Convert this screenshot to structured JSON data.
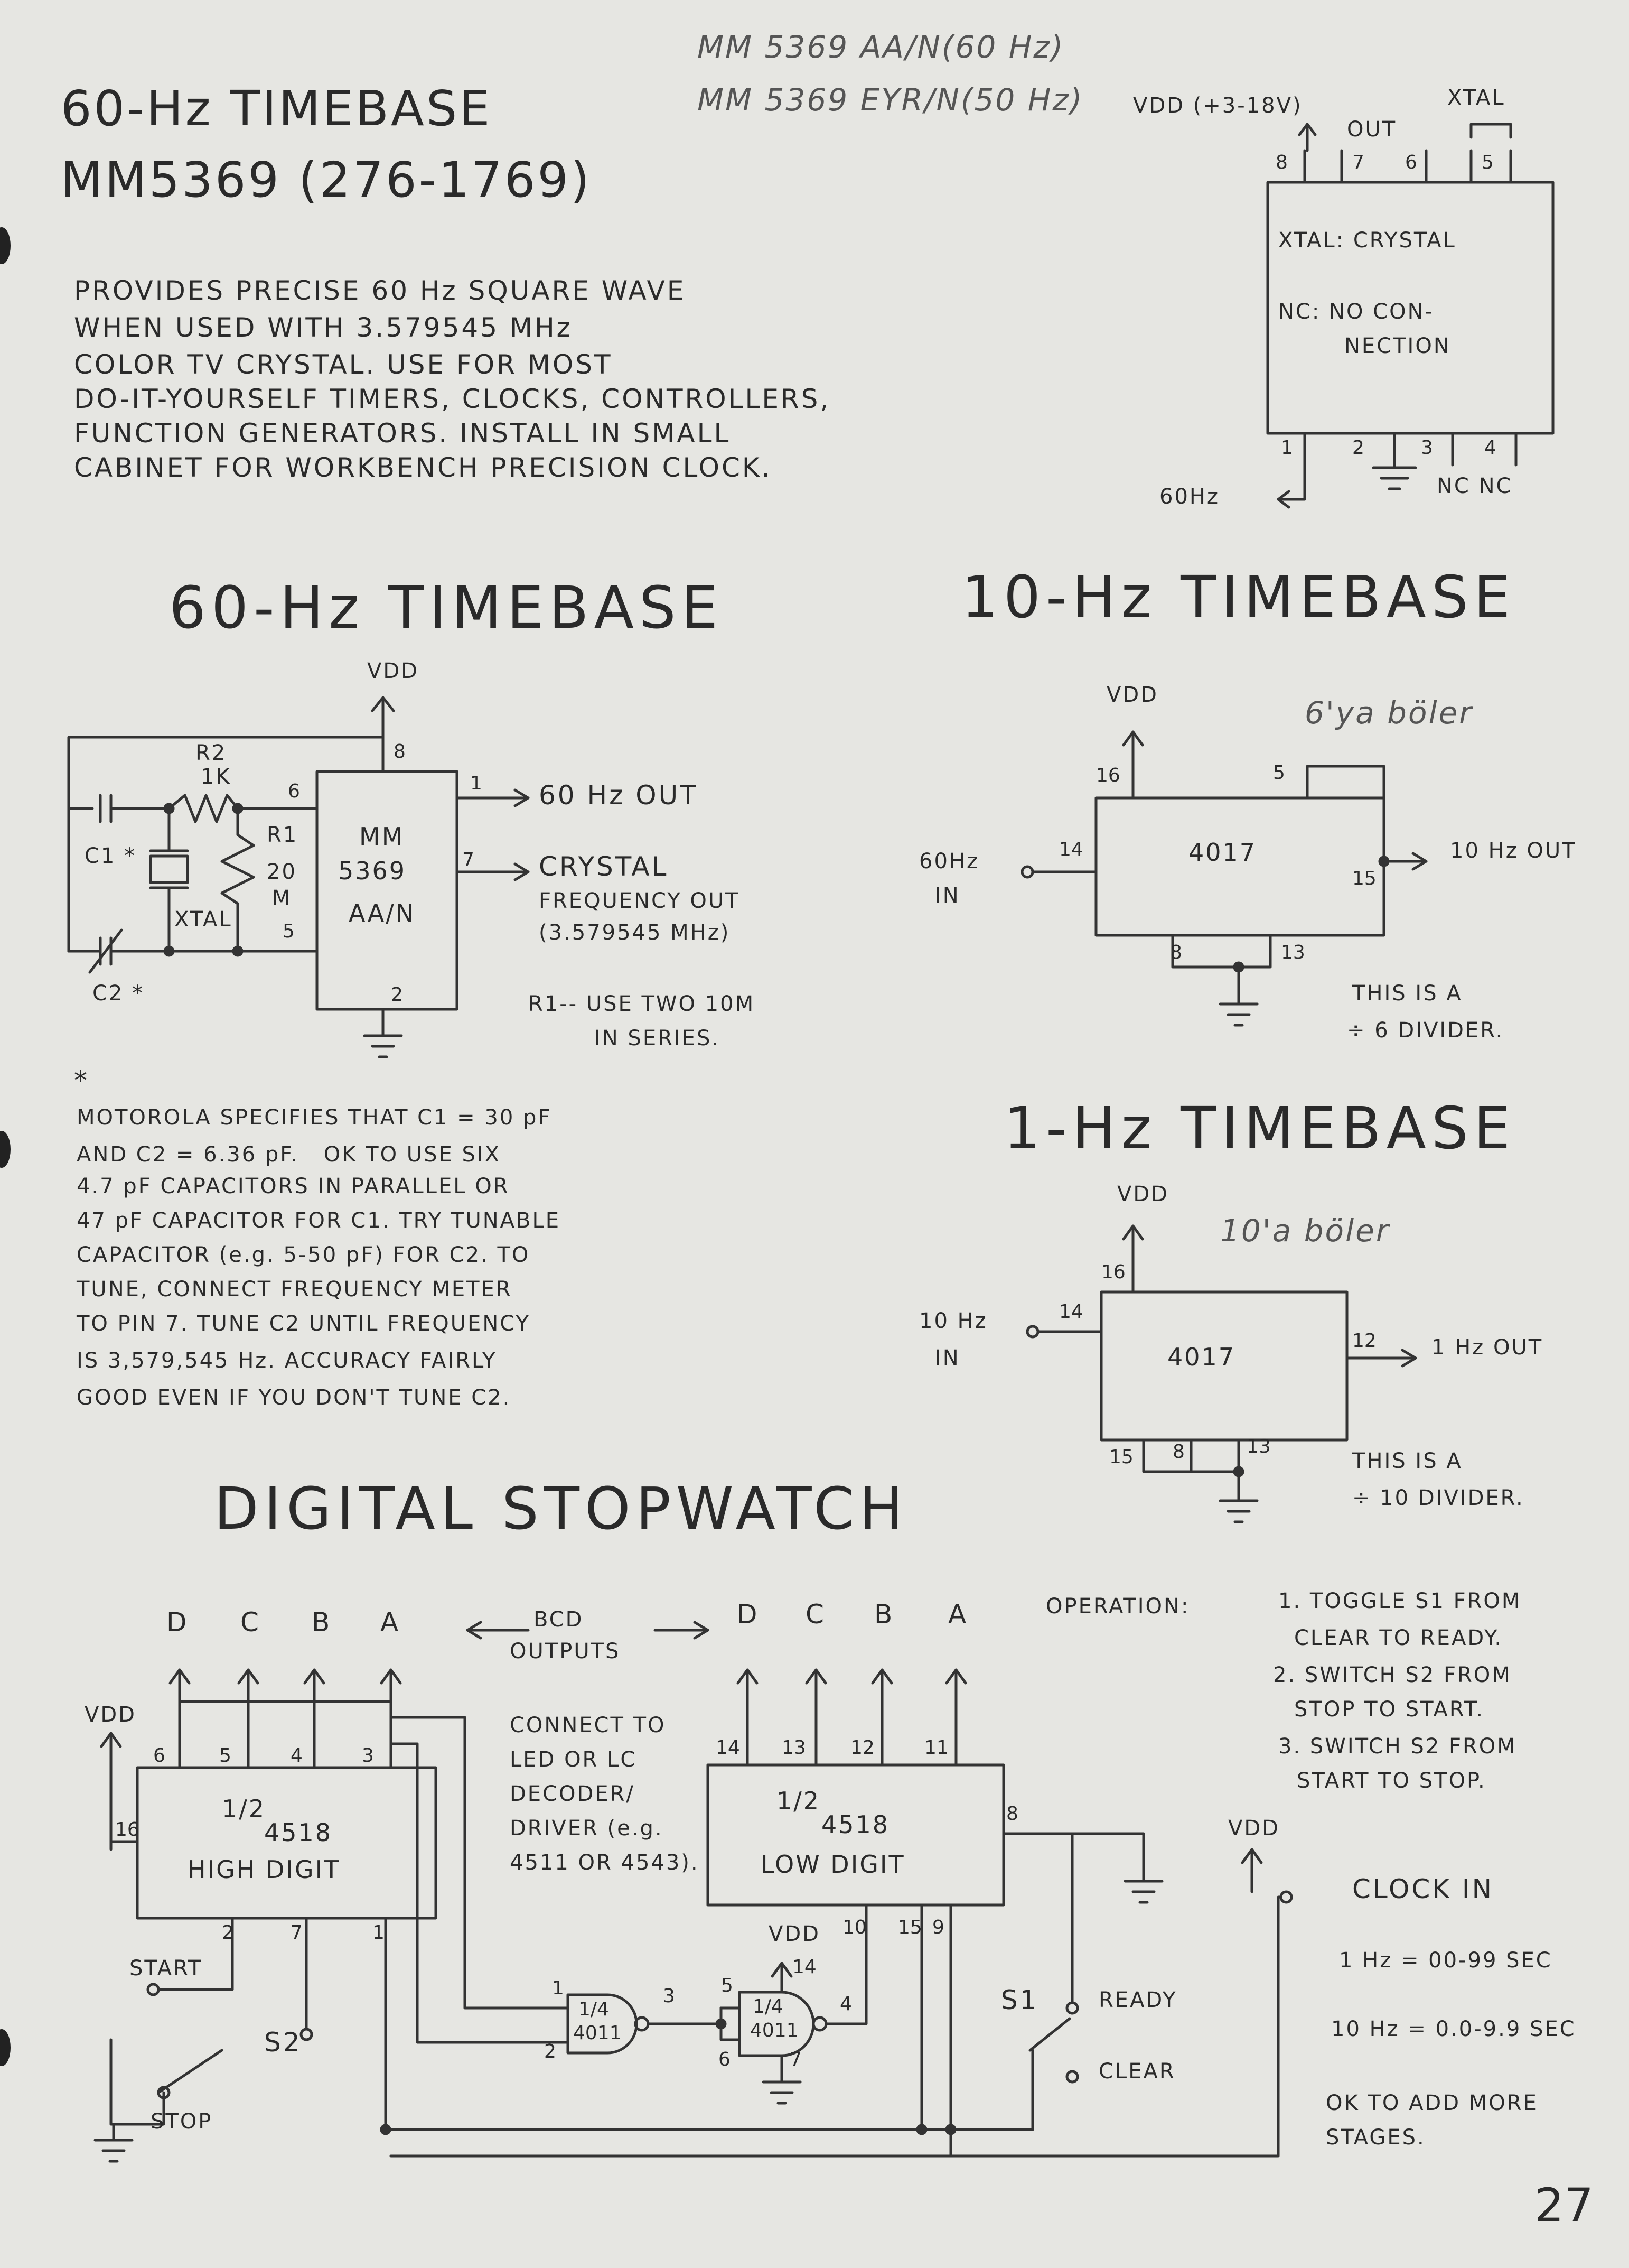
{
  "header": {
    "title_line1": "60-Hz TIMEBASE",
    "title_line2": "MM5369 (276-1769)",
    "pencil_line1": "MM 5369 AA/N(60 Hz)",
    "pencil_line2": "MM 5369 EYR/N(50 Hz)"
  },
  "description": {
    "lines": [
      "PROVIDES PRECISE 60 Hz SQUARE WAVE",
      "WHEN USED WITH 3.579545 MHz",
      "COLOR TV CRYSTAL. USE FOR MOST",
      "DO-IT-YOURSELF TIMERS, CLOCKS, CONTROLLERS,",
      "FUNCTION GENERATORS. INSTALL IN SMALL",
      "CABINET FOR WORKBENCH PRECISION CLOCK."
    ]
  },
  "pinout": {
    "vdd": "VDD (+3-18V)",
    "out": "OUT",
    "xtal": "XTAL",
    "top_pins": [
      "8",
      "7",
      "6",
      "5"
    ],
    "bottom_pins": [
      "1",
      "2",
      "3",
      "4"
    ],
    "legend_xtal": "XTAL: CRYSTAL",
    "legend_nc1": "NC: NO CON-",
    "legend_nc2": "NECTION",
    "out_60": "60Hz",
    "nc_labels": "NC NC"
  },
  "timebase60": {
    "title": "60-Hz TIMEBASE",
    "vdd": "VDD",
    "pin8": "8",
    "pin6": "6",
    "pin1": "1",
    "pin7": "7",
    "pin5": "5",
    "pin2": "2",
    "r2": "R2",
    "r2val": "1K",
    "r1": "R1",
    "r1val1": "20",
    "r1val2": "M",
    "c1": "C1 *",
    "c2": "C2 *",
    "xtal": "XTAL",
    "chip1": "MM",
    "chip2": "5369",
    "chip3": "AA/N",
    "out60": "60 Hz OUT",
    "crystal1": "CRYSTAL",
    "crystal2": "FREQUENCY OUT",
    "crystal3": "(3.579545 MHz)",
    "r1note1": "R1-- USE TWO 10M",
    "r1note2": "IN SERIES."
  },
  "notes": {
    "star": "*",
    "lines": [
      "MOTOROLA SPECIFIES THAT C1 = 30 pF",
      "AND C2 = 6.36 pF.   OK TO USE SIX",
      "4.7 pF CAPACITORS IN PARALLEL OR",
      "47 pF CAPACITOR FOR C1. TRY TUNABLE",
      "CAPACITOR (e.g. 5-50 pF) FOR C2. TO",
      "TUNE, CONNECT FREQUENCY METER",
      "TO PIN 7. TUNE C2 UNTIL FREQUENCY",
      "IS 3,579,545 Hz. ACCURACY FAIRLY",
      "GOOD EVEN IF YOU DON'T TUNE C2."
    ]
  },
  "timebase10": {
    "title": "10-Hz TIMEBASE",
    "pencil": "6'ya böler",
    "vdd": "VDD",
    "chip": "4017",
    "in1": "60Hz",
    "in2": "IN",
    "pin16": "16",
    "pin14": "14",
    "pin5": "5",
    "pin15": "15",
    "pin8": "8",
    "pin13": "13",
    "out": "10 Hz OUT",
    "note1": "THIS IS A",
    "note2": "÷ 6 DIVIDER."
  },
  "timebase1": {
    "title": "1-Hz TIMEBASE",
    "pencil": "10'a böler",
    "vdd": "VDD",
    "chip": "4017",
    "in1": "10 Hz",
    "in2": "IN",
    "pin16": "16",
    "pin14": "14",
    "pin12": "12",
    "pin15": "15",
    "pin8": "8",
    "pin13": "13",
    "out": "1 Hz OUT",
    "note1": "THIS IS A",
    "note2": "÷ 10 DIVIDER."
  },
  "stopwatch": {
    "title": "DIGITAL STOPWATCH",
    "high_outputs": [
      "D",
      "C",
      "B",
      "A"
    ],
    "low_outputs": [
      "D",
      "C",
      "B",
      "A"
    ],
    "bcd1": "BCD",
    "bcd2": "OUTPUTS",
    "vdd_left": "VDD",
    "vdd_mid": "VDD",
    "vdd_right": "VDD",
    "high_pins": [
      "6",
      "5",
      "4",
      "3"
    ],
    "high_pin16": "16",
    "high_chip1": "1/2",
    "high_chip2": "4518",
    "high_chip3": "HIGH DIGIT",
    "high_pin2": "2",
    "high_pin7": "7",
    "high_pin1": "1",
    "low_pins": [
      "14",
      "13",
      "12",
      "11"
    ],
    "low_pin8": "8",
    "low_chip1": "1/2",
    "low_chip2": "4518",
    "low_chip3": "LOW DIGIT",
    "low_pin10": "10",
    "low_pin15": "15",
    "low_pin9": "9",
    "connect": [
      "CONNECT TO",
      "LED OR LC",
      "DECODER/",
      "DRIVER (e.g.",
      "4511 OR 4543)."
    ],
    "gate1_1": "1/4",
    "gate1_2": "4011",
    "gate2_1": "1/4",
    "gate2_2": "4011",
    "g1p1": "1",
    "g1p2": "2",
    "g1p3": "3",
    "g2p5": "5",
    "g2p6": "6",
    "g2p4": "4",
    "g2p14": "14",
    "g2p7": "7",
    "start": "START",
    "stop": "STOP",
    "s2": "S2",
    "s1": "S1",
    "ready": "READY",
    "clear": "CLEAR",
    "clock_in": "CLOCK IN",
    "operation_title": "OPERATION:",
    "operation": [
      "1. TOGGLE S1 FROM",
      "CLEAR TO READY.",
      "2. SWITCH S2 FROM",
      "STOP TO START.",
      "3. SWITCH S2 FROM",
      "START TO STOP."
    ],
    "rate1": "1 Hz = 00-99 SEC",
    "rate2": "10 Hz = 0.0-9.9 SEC",
    "stages1": "OK TO ADD MORE",
    "stages2": "STAGES."
  },
  "page_number": "27"
}
